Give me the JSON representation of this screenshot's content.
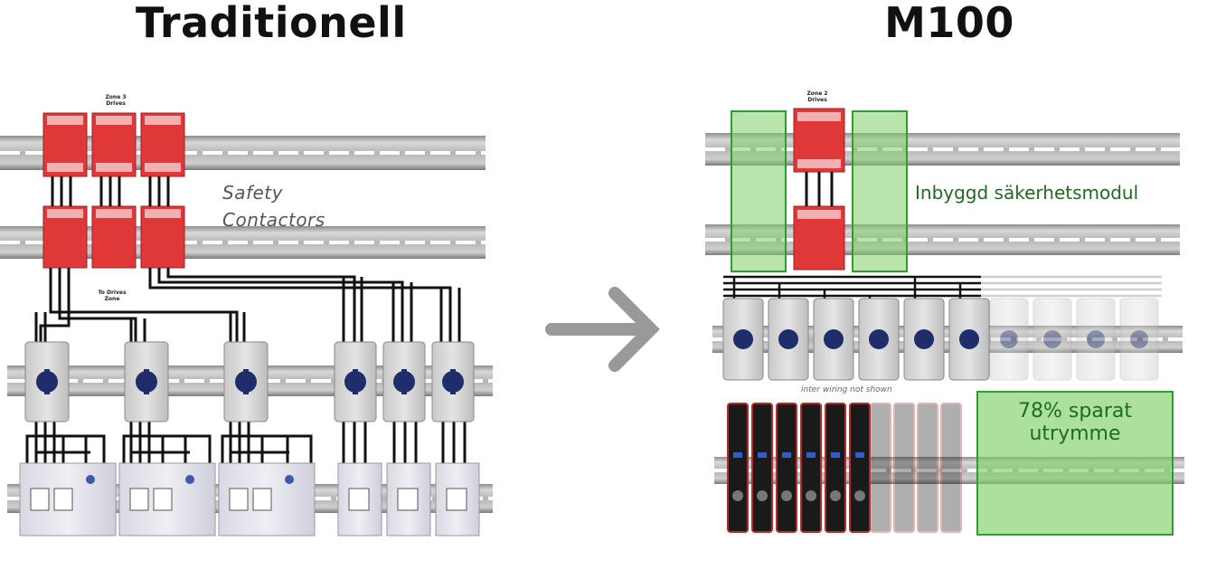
{
  "titles": {
    "left": "Traditionell",
    "right": "M100"
  },
  "left_panel": {
    "label_line1": "Safety",
    "label_line2": "Contactors",
    "zone_top": "Zone 3 Drives",
    "zone_mid": "To Drives Zone"
  },
  "right_panel": {
    "zone_top": "Zone 2 Drives",
    "integrated_label": "Inbyggd säkerhetsmodul",
    "saving_line1": "78% sparat",
    "saving_line2": "utrymme",
    "note": "inter wiring not shown"
  },
  "colors": {
    "highlight_fill": "#7fcf6a",
    "highlight_border": "#2e9e2e",
    "safety_red": "#e03838",
    "arrow": "#999999"
  }
}
